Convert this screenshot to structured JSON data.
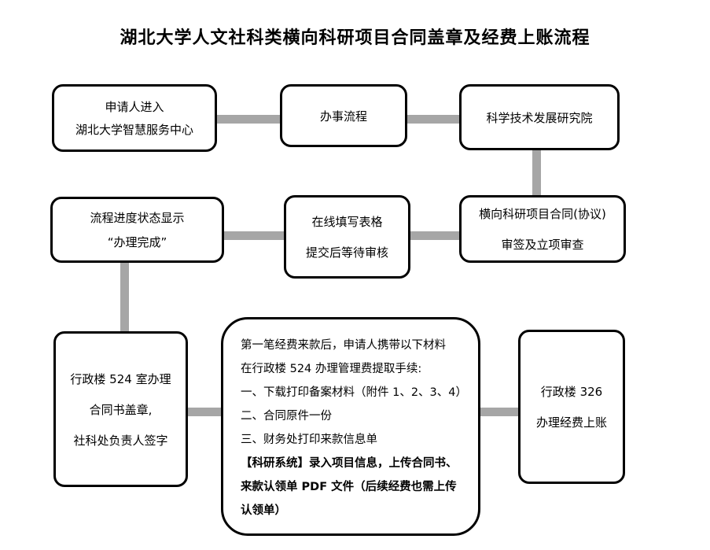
{
  "title": "湖北大学人文社科类横向科研项目合同盖章及经费上账流程",
  "boxes": {
    "applicant": [
      "申请人进入",
      "湖北大学智慧服务中心"
    ],
    "procedure": [
      "办事流程"
    ],
    "institute": [
      "科学技术发展研究院"
    ],
    "contract_review": [
      "横向科研项目合同(协议)",
      "审签及立项审查"
    ],
    "online_form": [
      "在线填写表格",
      "提交后等待审核"
    ],
    "status": [
      "流程进度状态显示",
      "“办理完成”"
    ],
    "office_524": [
      "行政楼 524 室办理",
      "合同书盖章,",
      "社科处负责人签字"
    ],
    "office_326": [
      "行政楼 326",
      "办理经费上账"
    ]
  },
  "materials": {
    "lines": [
      "第一笔经费来款后，申请人携带以下材料",
      "在行政楼 524 办理管理费提取手续:",
      "一、下载打印备案材料（附件 1、2、3、4）",
      "二、合同原件一份",
      "三、财务处打印来款信息单"
    ],
    "bold_lines": [
      "【科研系统】录入项目信息，上传合同书、",
      "来款认领单 PDF 文件（后续经费也需上传",
      "认领单）"
    ]
  },
  "colors": {
    "connector": "#a6a6a6",
    "border": "#000000"
  }
}
